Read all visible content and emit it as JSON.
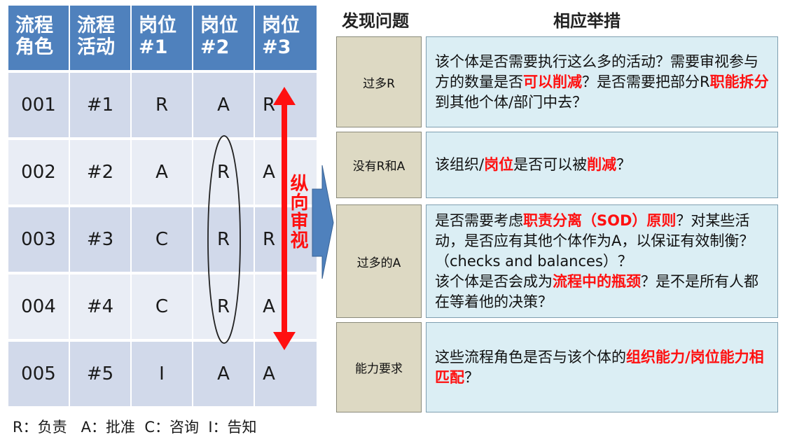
{
  "matrix": {
    "headers": [
      "流程\n角色",
      "流程\n活动",
      "岗位\n#1",
      "岗位\n#2",
      "岗位\n#3"
    ],
    "rows": [
      [
        "001",
        "#1",
        "R",
        "A",
        "R"
      ],
      [
        "002",
        "#2",
        "A",
        "R",
        "A"
      ],
      [
        "003",
        "#3",
        "C",
        "R",
        "R"
      ],
      [
        "004",
        "#4",
        "C",
        "R",
        "A"
      ],
      [
        "005",
        "#5",
        "I",
        "A",
        "A"
      ]
    ],
    "vertical_review_label": "纵向审视",
    "legend": "R：负责   A：批准  C：咨询  I：告知"
  },
  "panel": {
    "issues_title": "发现问题",
    "measures_title": "相应举措",
    "items": [
      {
        "issue": "过多R",
        "measure": {
          "parts": [
            {
              "t": "该个体是否需要执行这么多的活动？需要审视参与方的数量是否",
              "hl": false
            },
            {
              "t": "可以削减",
              "hl": true
            },
            {
              "t": "？是否需要把部分R",
              "hl": false
            },
            {
              "t": "职能拆分",
              "hl": true
            },
            {
              "t": "到其他个体/部门中去？",
              "hl": false
            }
          ]
        }
      },
      {
        "issue": "没有R和A",
        "measure": {
          "parts": [
            {
              "t": "该组织/",
              "hl": false
            },
            {
              "t": "岗位",
              "hl": true
            },
            {
              "t": "是否可以被",
              "hl": false
            },
            {
              "t": "削减",
              "hl": true
            },
            {
              "t": "？",
              "hl": false
            }
          ]
        }
      },
      {
        "issue": "过多的A",
        "measure": {
          "parts": [
            {
              "t": "是否需要考虑",
              "hl": false
            },
            {
              "t": "职责分离（SOD）原则",
              "hl": true
            },
            {
              "t": "？对某些活动，是否应有其他个体作为A，以保证有效制衡？（checks and balances）？\n该个体是否会成为",
              "hl": false
            },
            {
              "t": "流程中的瓶颈",
              "hl": true
            },
            {
              "t": "？是不是所有人都在等着他的决策？",
              "hl": false
            }
          ]
        }
      },
      {
        "issue": "能力要求",
        "measure": {
          "parts": [
            {
              "t": "这些流程角色是否与该个体的",
              "hl": false
            },
            {
              "t": "组织能力/岗位能力相匹配",
              "hl": true
            },
            {
              "t": "？",
              "hl": false
            }
          ]
        }
      }
    ]
  },
  "colors": {
    "header_blue": "#4f81bd",
    "row_dark": "#d1d9ea",
    "row_light": "#e9edf5",
    "issue_box": "#ddd9c3",
    "measure_box": "#dbeef4",
    "highlight_red": "#ff1010",
    "arrow_blue": "#4f81bd"
  }
}
